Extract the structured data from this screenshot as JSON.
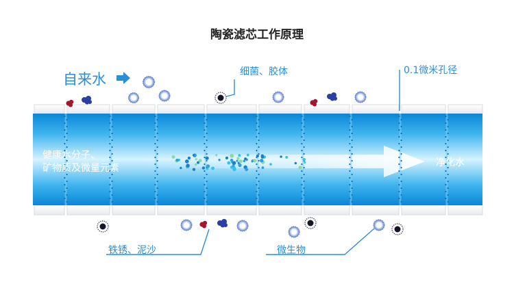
{
  "title": "陶瓷滤芯工作原理",
  "labels": {
    "inflow": "自来水",
    "bacteria": "细菌、胶体",
    "pore": "0.1微米孔径",
    "iron": "铁锈、泥沙",
    "microbes": "微生物",
    "molecules_line1": "健康水分子、",
    "molecules_line2": "矿物质及微量元素",
    "outflow": "净化水"
  },
  "icons": {
    "arrow": "arrow-right-icon",
    "bubble": "bubble-particle-icon",
    "germ": "germ-icon",
    "rust": "rust-particle-icon"
  },
  "colors": {
    "label_blue": "#2a8fd4",
    "tube_blue": "#1a9ee0",
    "tube_light": "#bfe8fb",
    "rust_red": "#a3162e",
    "sand_blue": "#2a3fa3"
  }
}
